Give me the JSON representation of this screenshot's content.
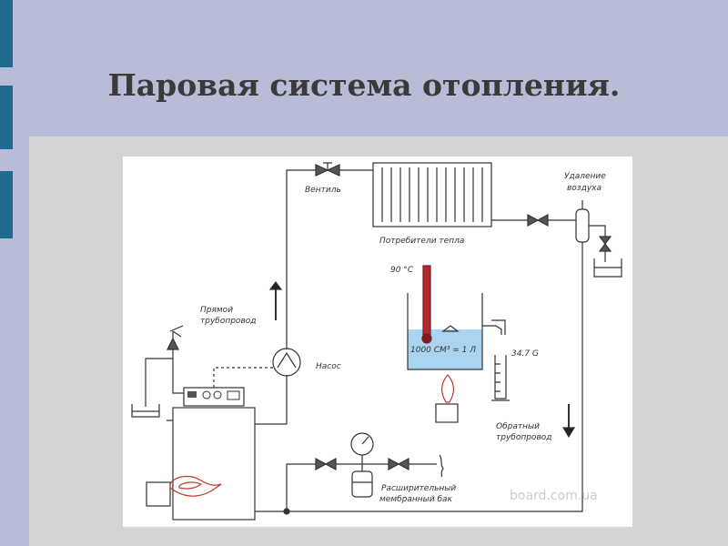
{
  "slide": {
    "title": "Паровая система отопления."
  },
  "diagram": {
    "labels": {
      "valve": "Вентиль",
      "heat_consumers": "Потребители тепла",
      "air_removal_1": "Удаление",
      "air_removal_2": "воздуха",
      "temperature": "90 °C",
      "volume": "1000 CM³ = 1 Л",
      "gauge_value": "34.7 G",
      "supply_1": "Прямой",
      "supply_2": "трубопровод",
      "pump": "Насос",
      "return_1": "Обратный",
      "return_2": "трубопровод",
      "tank_1": "Расширительный",
      "tank_2": "мембранный бак"
    },
    "watermark": "board.com.ua"
  },
  "colors": {
    "accent": "#1f6a93",
    "background": "#b8bcd6",
    "water": "#aad4f0",
    "thermometer": "#b02a33"
  }
}
